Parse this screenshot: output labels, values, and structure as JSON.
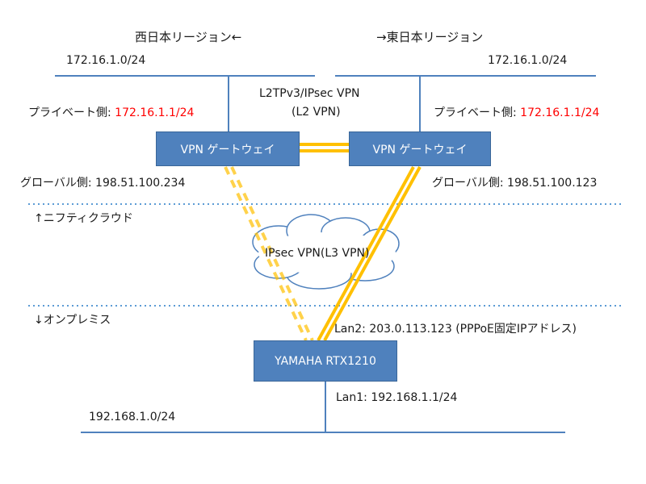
{
  "west": {
    "title": "西日本リージョン←",
    "subnet": "172.16.1.0/24",
    "private_label": "プライベート側: ",
    "private_ip": "172.16.1.1/24",
    "global_label": "グローバル側: ",
    "global_ip": "198.51.100.234",
    "gateway": "VPN ゲートウェイ"
  },
  "east": {
    "title": "→東日本リージョン",
    "subnet": "172.16.1.0/24",
    "private_label": "プライベート側: ",
    "private_ip": "172.16.1.1/24",
    "global_label": "グローバル側: ",
    "global_ip": "198.51.100.123",
    "gateway": "VPN ゲートウェイ"
  },
  "l2_vpn": {
    "line1": "L2TPv3/IPsec VPN",
    "line2": "(L2 VPN)"
  },
  "zones": {
    "cloud": "↑ニフティクラウド",
    "onprem": "↓オンプレミス"
  },
  "l3_vpn": "IPsec VPN(L3 VPN)",
  "router": {
    "name": "YAMAHA RTX1210",
    "lan2": "Lan2: 203.0.113.123 (PPPoE固定IPアドレス)",
    "lan1": "Lan1: 192.168.1.1/24"
  },
  "onprem_subnet": "192.168.1.0/24",
  "colors": {
    "box": "#4f81bd",
    "line": "#4f81bd",
    "tunnel": "#ffc000",
    "private_ip": "#ff0000",
    "divider": "#5b9bd5"
  }
}
